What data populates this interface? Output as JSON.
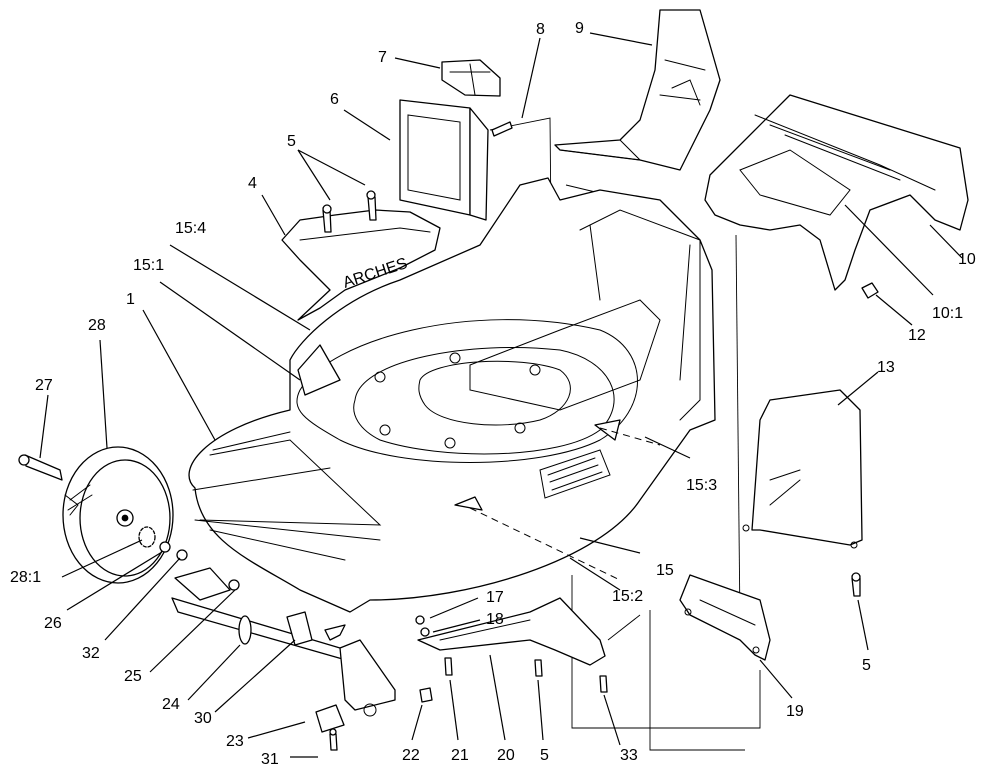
{
  "callouts": {
    "c1": "1",
    "c4": "4",
    "c5a": "5",
    "c5b": "5",
    "c5c": "5",
    "c6": "6",
    "c7": "7",
    "c8": "8",
    "c9": "9",
    "c10": "10",
    "c10_1": "10:1",
    "c12": "12",
    "c13": "13",
    "c15": "15",
    "c15_1": "15:1",
    "c15_2": "15:2",
    "c15_3": "15:3",
    "c15_4": "15:4",
    "c17": "17",
    "c18": "18",
    "c19": "19",
    "c20": "20",
    "c21": "21",
    "c22": "22",
    "c23": "23",
    "c24": "24",
    "c25": "25",
    "c26": "26",
    "c27": "27",
    "c28": "28",
    "c28_1": "28:1",
    "c30": "30",
    "c31": "31",
    "c32": "32",
    "c33": "33"
  }
}
